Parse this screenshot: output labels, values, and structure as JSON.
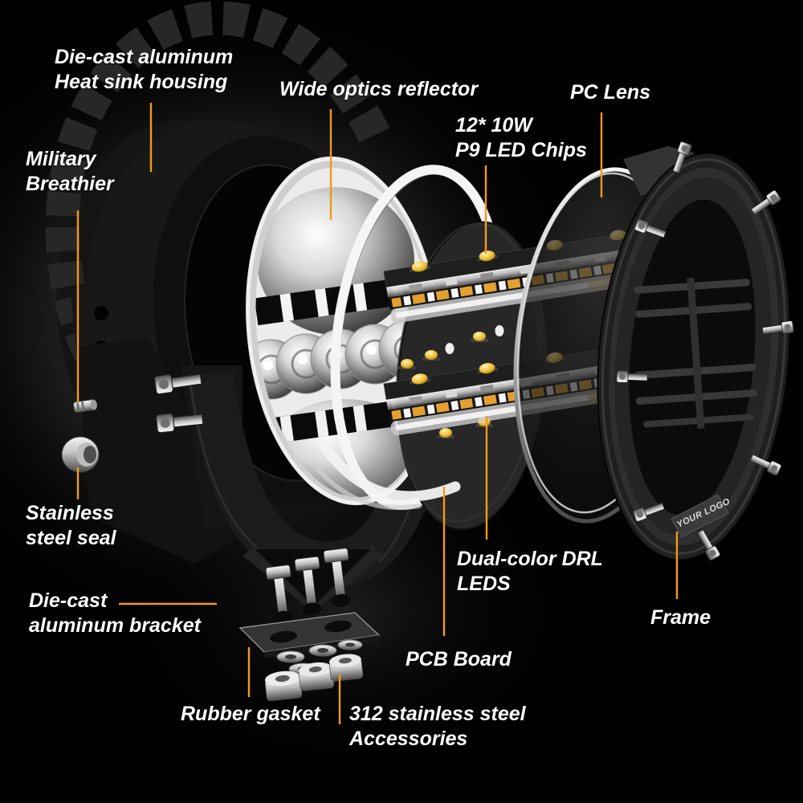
{
  "style": {
    "background_color": "#000000",
    "accent_color": "#F2991C",
    "text_color": "#FFFFFF"
  },
  "product": "LED driving light exploded view diagram",
  "callouts": {
    "housing": {
      "line1": "Die-cast aluminum",
      "line2": "Heat sink housing"
    },
    "breather": {
      "line1": "Military",
      "line2": "Breathier"
    },
    "seal": {
      "line1": "Stainless",
      "line2": "steel seal"
    },
    "bracket": {
      "line1": "Die-cast",
      "line2": "aluminum bracket"
    },
    "reflector": {
      "line1": "Wide optics reflector"
    },
    "led_chips": {
      "line1": "12* 10W",
      "line2": "P9 LED Chips"
    },
    "pc_lens": {
      "line1": "PC Lens"
    },
    "drl_leds": {
      "line1": "Dual-color DRL",
      "line2": "LEDS"
    },
    "pcb_board": {
      "line1": "PCB Board"
    },
    "rubber_gasket": {
      "line1": "Rubber gasket"
    },
    "accessories": {
      "line1": "312 stainless steel",
      "line2": "Accessories"
    },
    "frame": {
      "line1": "Frame"
    }
  },
  "frame_logo": {
    "text": "YOUR LOGO"
  }
}
